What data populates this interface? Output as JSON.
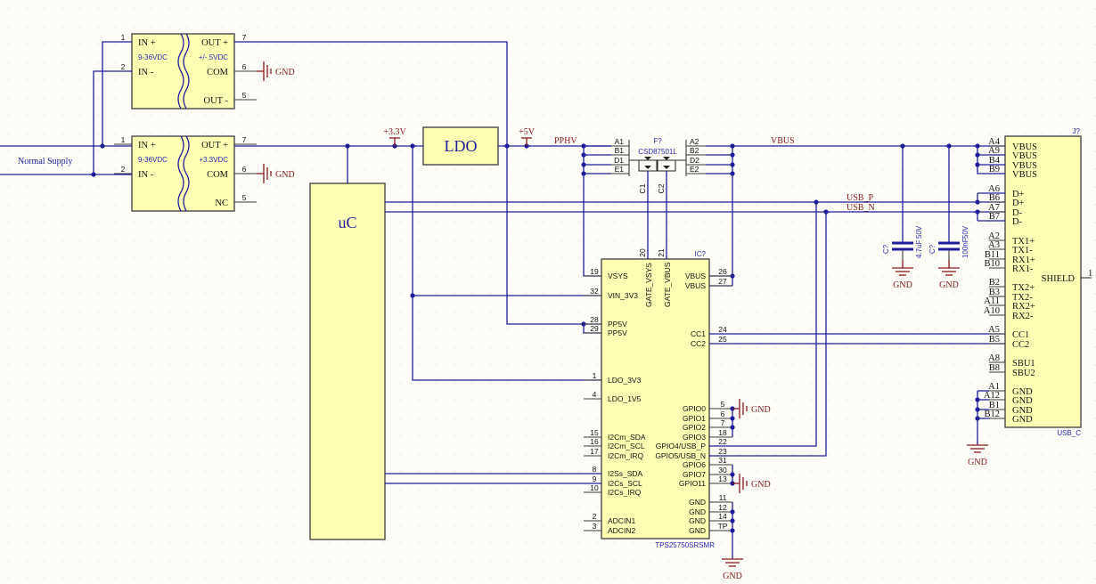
{
  "converter1": {
    "in_plus": "IN +",
    "in_minus": "IN -",
    "input_range": "9-36VDC",
    "out_plus": "OUT +",
    "output_voltage": "+/- 5VDC",
    "com": "COM",
    "out3": "OUT -",
    "pins": [
      "1",
      "2",
      "7",
      "6",
      "5"
    ]
  },
  "converter2": {
    "in_plus": "IN +",
    "in_minus": "IN -",
    "input_range": "9-36VDC",
    "out_plus": "OUT +",
    "output_voltage": "+3.3VDC",
    "com": "COM",
    "out3": "NC",
    "pins": [
      "1",
      "2",
      "7",
      "6",
      "5"
    ]
  },
  "net_labels": {
    "normal_supply": "Normal Supply",
    "pphv": "PPHV",
    "vbus": "VBUS",
    "usb_p": "USB_P",
    "usb_n": "USB_N"
  },
  "power_ports": {
    "v33": "+3.3V",
    "v5": "+5V",
    "gnd": "GND"
  },
  "ldo": "LDO",
  "uc": "uC",
  "fet": {
    "designator": "F?",
    "part": "CSD87501L",
    "left_pins": [
      "A1",
      "B1",
      "D1",
      "E1"
    ],
    "right_pins": [
      "A2",
      "B2",
      "D2",
      "E2"
    ],
    "gate_pins": [
      "C1",
      "C2"
    ]
  },
  "ic": {
    "designator": "IC?",
    "part": "TPS25750SRSMR",
    "top_pins": [
      {
        "num": "20",
        "name": "GATE_VSYS"
      },
      {
        "num": "21",
        "name": "GATE_VBUS"
      }
    ],
    "left_pins": [
      {
        "num": "19",
        "name": "VSYS"
      },
      {
        "num": "32",
        "name": "VIN_3V3"
      },
      {
        "num": "28",
        "name": "PP5V"
      },
      {
        "num": "29",
        "name": "PP5V"
      },
      {
        "num": "1",
        "name": "LDO_3V3"
      },
      {
        "num": "4",
        "name": "LDO_1V5"
      },
      {
        "num": "15",
        "name": "I2Cm_SDA"
      },
      {
        "num": "16",
        "name": "I2Cm_SCL"
      },
      {
        "num": "17",
        "name": "I2Cm_IRQ"
      },
      {
        "num": "8",
        "name": "I2Ss_SDA"
      },
      {
        "num": "9",
        "name": "I2Cs_SCL"
      },
      {
        "num": "10",
        "name": "I2Cs_IRQ"
      },
      {
        "num": "2",
        "name": "ADCIN1"
      },
      {
        "num": "3",
        "name": "ADCIN2"
      }
    ],
    "right_pins": [
      {
        "num": "26",
        "name": "VBUS"
      },
      {
        "num": "27",
        "name": "VBUS"
      },
      {
        "num": "24",
        "name": "CC1"
      },
      {
        "num": "25",
        "name": "CC2"
      },
      {
        "num": "5",
        "name": "GPIO0"
      },
      {
        "num": "6",
        "name": "GPIO1"
      },
      {
        "num": "7",
        "name": "GPIO2"
      },
      {
        "num": "18",
        "name": "GPIO3"
      },
      {
        "num": "22",
        "name": "GPIO4/USB_P"
      },
      {
        "num": "23",
        "name": "GPIO5/USB_N"
      },
      {
        "num": "31",
        "name": "GPIO6"
      },
      {
        "num": "30",
        "name": "GPIO7"
      },
      {
        "num": "13",
        "name": "GPIO11"
      },
      {
        "num": "11",
        "name": "GND"
      },
      {
        "num": "12",
        "name": "GND"
      },
      {
        "num": "14",
        "name": "GND"
      },
      {
        "num": "TP",
        "name": "GND"
      }
    ]
  },
  "caps": [
    {
      "designator": "C?",
      "value": "4.7uF",
      "voltage": "50V"
    },
    {
      "designator": "C?",
      "value": "100nF",
      "voltage": "50V"
    }
  ],
  "connector": {
    "designator": "J?",
    "part": "USB_C",
    "pins": [
      {
        "num": "A4",
        "name": "VBUS"
      },
      {
        "num": "A9",
        "name": "VBUS"
      },
      {
        "num": "B4",
        "name": "VBUS"
      },
      {
        "num": "B9",
        "name": "VBUS"
      },
      {
        "num": "A6",
        "name": "D+"
      },
      {
        "num": "B6",
        "name": "D+"
      },
      {
        "num": "A7",
        "name": "D-"
      },
      {
        "num": "B7",
        "name": "D-"
      },
      {
        "num": "A2",
        "name": "TX1+"
      },
      {
        "num": "A3",
        "name": "TX1-"
      },
      {
        "num": "B11",
        "name": "RX1+"
      },
      {
        "num": "B10",
        "name": "RX1-"
      },
      {
        "num": "B2",
        "name": "TX2+"
      },
      {
        "num": "B3",
        "name": "TX2-"
      },
      {
        "num": "A11",
        "name": "RX2+"
      },
      {
        "num": "A10",
        "name": "RX2-"
      },
      {
        "num": "A5",
        "name": "CC1"
      },
      {
        "num": "B5",
        "name": "CC2"
      },
      {
        "num": "A8",
        "name": "SBU1"
      },
      {
        "num": "B8",
        "name": "SBU2"
      },
      {
        "num": "A1",
        "name": "GND"
      },
      {
        "num": "A12",
        "name": "GND"
      },
      {
        "num": "B1",
        "name": "GND"
      },
      {
        "num": "B12",
        "name": "GND"
      }
    ],
    "shield": {
      "num": "1",
      "name": "SHIELD"
    }
  },
  "colors": {
    "wire": "#1e1e9c",
    "power": "#8b1a1a",
    "component_fill": "#ffffb4"
  }
}
